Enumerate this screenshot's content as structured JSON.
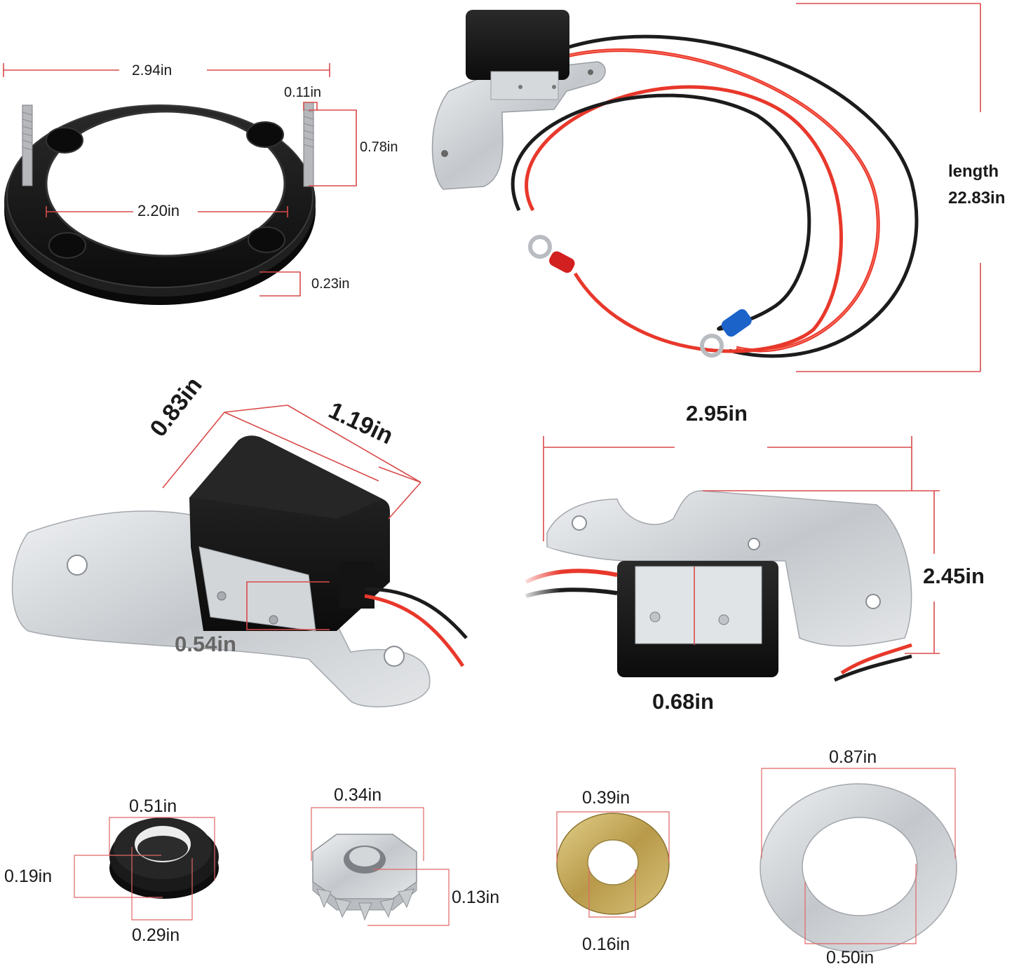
{
  "colors": {
    "dimension_line": "#d94a4a",
    "wire_red": "#e8382b",
    "wire_black": "#1c1c1c",
    "plastic_black": "#141414",
    "steel": "#c9ccd0"
  },
  "parts": {
    "mounting_ring": {
      "outer_diameter": "2.94in",
      "stud_width": "0.11in",
      "stud_height": "0.78in",
      "inner_diameter": "2.20in",
      "thickness": "0.23in"
    },
    "wire_harness": {
      "length_label": "length",
      "length_value": "22.83in"
    },
    "module_side": {
      "depth": "0.83in",
      "width": "1.19in",
      "bracket_height": "0.54in"
    },
    "module_bracket": {
      "width": "2.95in",
      "height": "2.45in",
      "module_width": "0.68in"
    },
    "grommet": {
      "outer": "0.51in",
      "height": "0.19in",
      "inner": "0.29in"
    },
    "nut": {
      "width": "0.34in",
      "thread": "0.13in"
    },
    "small_washer": {
      "outer": "0.39in",
      "inner": "0.16in"
    },
    "large_washer": {
      "outer": "0.87in",
      "inner": "0.50in"
    }
  }
}
